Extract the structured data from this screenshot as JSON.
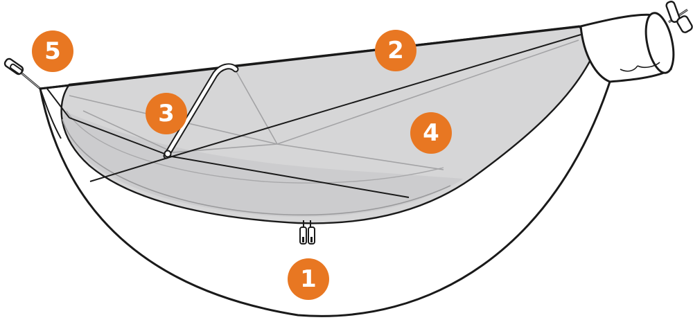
{
  "colors": {
    "callout_fill": "#E87722",
    "callout_text": "#FFFFFF",
    "outline": "#1A1A1A",
    "hammock_fabric": "#FFFFFF",
    "bug_net": "#CFCFD0",
    "net_lower": "#BDBDBF",
    "end_cap": "#FFFFFF"
  },
  "icons": [
    "hammock-body",
    "bug-net",
    "net-spreader-pole",
    "zipper-pulls",
    "stuff-sack-end",
    "carabiner-left",
    "carabiner-right"
  ],
  "callouts": [
    {
      "id": "1",
      "label": "1"
    },
    {
      "id": "2",
      "label": "2"
    },
    {
      "id": "3",
      "label": "3"
    },
    {
      "id": "4",
      "label": "4"
    },
    {
      "id": "5",
      "label": "5"
    }
  ]
}
